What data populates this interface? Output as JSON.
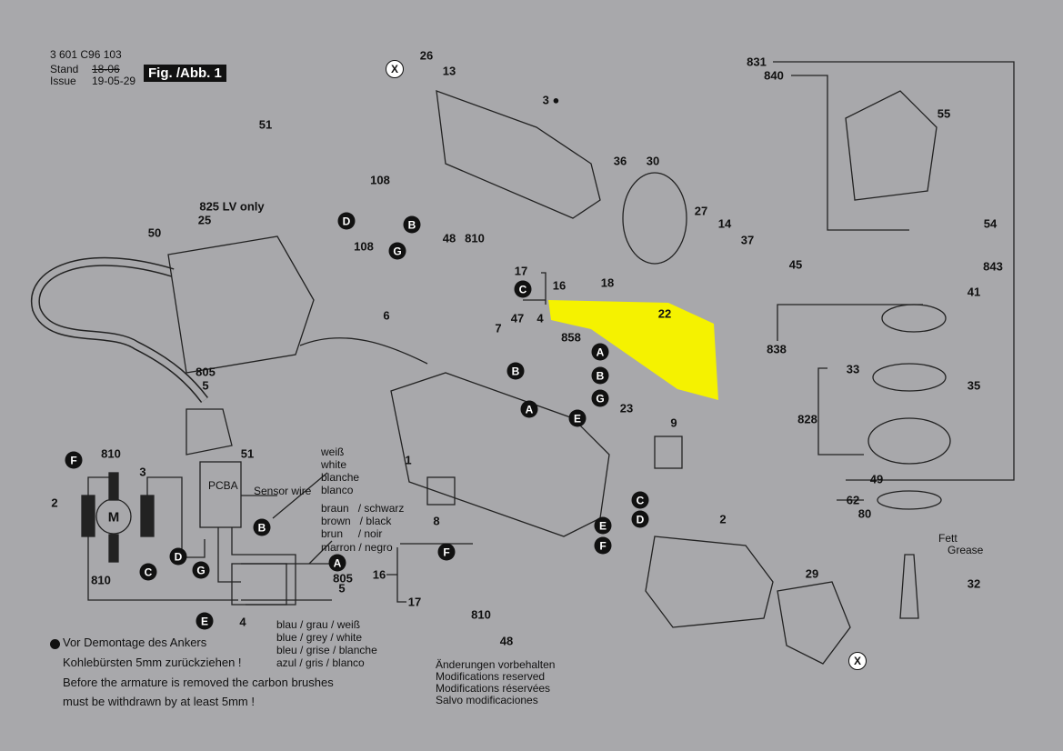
{
  "header": {
    "part_number": "3 601 C96 103",
    "stand_label": "Stand",
    "issue_label": "Issue",
    "stand_date": "18-06",
    "issue_date": "19-05-29",
    "figure": "Fig. /Abb. 1"
  },
  "highlight_color": "#f5f200",
  "labels": [
    "26",
    "13",
    "3 ●",
    "831",
    "840",
    "55",
    "36",
    "30",
    "27",
    "14",
    "37",
    "45",
    "54",
    "843",
    "41",
    "838",
    "33",
    "35",
    "828",
    "49",
    "62",
    "80",
    "32",
    "29",
    "2",
    "9",
    "23",
    "22",
    "18",
    "858",
    "4",
    "47",
    "7",
    "16",
    "17",
    "810",
    "48",
    "108",
    "108",
    "51",
    "825  LV only",
    "25",
    "50",
    "6",
    "805",
    "5",
    "1",
    "8",
    "16",
    "17",
    "810",
    "48"
  ],
  "circles": [
    "D",
    "B",
    "G",
    "C",
    "A",
    "B",
    "G",
    "B",
    "A",
    "E",
    "C",
    "E",
    "D",
    "F",
    "F"
  ],
  "x_marks": [
    "X",
    "X"
  ],
  "grease": {
    "fett": "Fett",
    "grease": "Grease"
  },
  "wiring": {
    "labels": [
      "810",
      "3",
      "2",
      "810",
      "51",
      "4",
      "805",
      "5"
    ],
    "circles": [
      "F",
      "C",
      "D",
      "G",
      "B",
      "A",
      "E"
    ],
    "motor": "M",
    "pcba": "PCBA",
    "sensor": "Sensor wire",
    "white": [
      "weiß",
      "white",
      "blanche",
      "blanco"
    ],
    "brown": [
      "braun   / schwarz",
      "brown   / black",
      "brun     / noir",
      "marron / negro"
    ],
    "blue": [
      "blau / grau / weiß",
      "blue / grey / white",
      "bleu / grise / blanche",
      "azul / gris   / blanco"
    ]
  },
  "notes": {
    "de1": "Vor Demontage des Ankers",
    "de2": "Kohlebürsten 5mm zurückziehen !",
    "en1": "Before the armature is removed the carbon brushes",
    "en2": "must be withdrawn by at least 5mm !"
  },
  "modifications": [
    "Änderungen vorbehalten",
    "Modifications reserved",
    "Modifications réservées",
    "Salvo modificaciones"
  ]
}
